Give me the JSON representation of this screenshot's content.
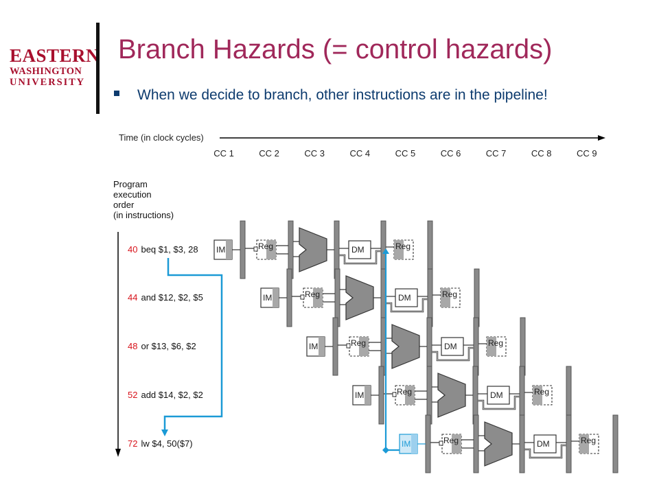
{
  "logo": {
    "line1": "EASTERN",
    "line2": "WASHINGTON",
    "line3": "UNIVERSITY"
  },
  "title": "Branch Hazards (= control hazards)",
  "bullet": "When we decide to branch, other instructions are in the pipeline!",
  "diagram": {
    "time_label": "Time (in clock cycles)",
    "clock_cycles": [
      "CC 1",
      "CC 2",
      "CC 3",
      "CC 4",
      "CC 5",
      "CC 6",
      "CC 7",
      "CC 8",
      "CC 9"
    ],
    "order_label": [
      "Program",
      "execution",
      "order",
      "(in instructions)"
    ],
    "instructions": [
      {
        "addr": "40",
        "text": "beq $1, $3, 28"
      },
      {
        "addr": "44",
        "text": "and $12, $2, $5"
      },
      {
        "addr": "48",
        "text": "or $13, $6, $2"
      },
      {
        "addr": "52",
        "text": "add $14, $2, $2"
      },
      {
        "addr": "72",
        "text": "lw $4, 50($7)"
      }
    ],
    "stages": {
      "im": "IM",
      "reg": "Reg",
      "dm": "DM"
    },
    "colors": {
      "addr": "#d8141c",
      "text": "#111111",
      "highlight": "#1b9ad6",
      "unit": "#8a8a8a"
    }
  }
}
